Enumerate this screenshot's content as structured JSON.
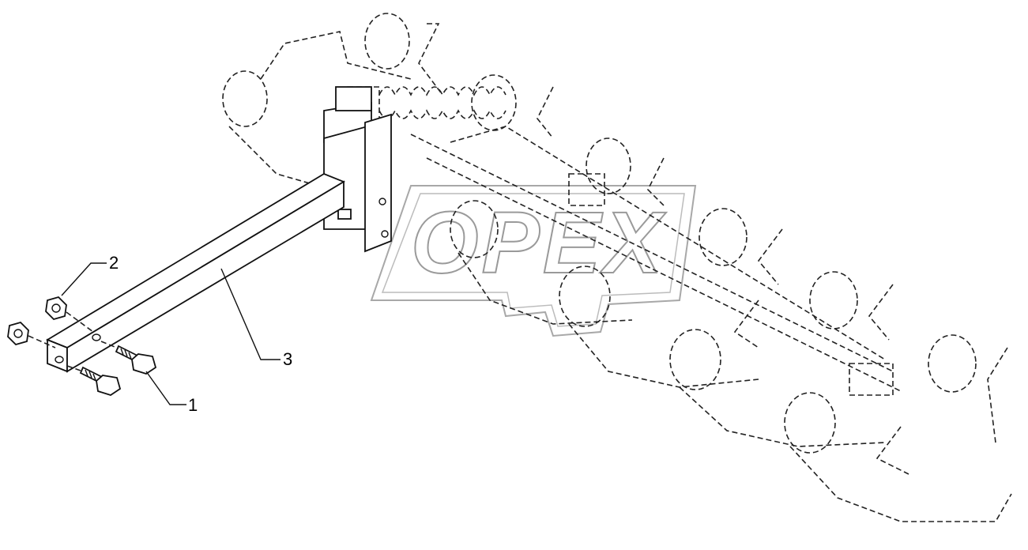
{
  "callouts": [
    {
      "id": "1",
      "label": "1"
    },
    {
      "id": "2",
      "label": "2"
    },
    {
      "id": "3",
      "label": "3"
    }
  ],
  "watermark": {
    "text": "OPEX"
  }
}
